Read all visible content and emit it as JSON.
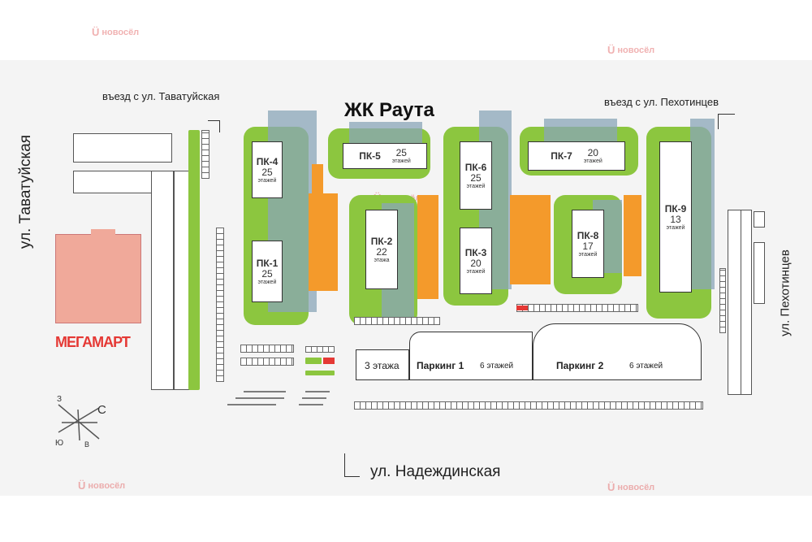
{
  "title": "ЖК Раута",
  "streets": {
    "left": "ул. Таватуйская",
    "right": "ул. Пехотинцев",
    "bottom": "ул. Надеждинская"
  },
  "entries": {
    "left": "въезд с ул. Таватуйская",
    "right": "въезд с ул. Пехотинцев"
  },
  "store": "МЕГАМАРТ",
  "buildings": [
    {
      "name": "ПК-4",
      "floors": "25",
      "label": "этажей"
    },
    {
      "name": "ПК-1",
      "floors": "25",
      "label": "этажей"
    },
    {
      "name": "ПК-5",
      "floors": "25",
      "label": "этажей"
    },
    {
      "name": "ПК-2",
      "floors": "22",
      "label": "этажа"
    },
    {
      "name": "ПК-6",
      "floors": "25",
      "label": "этажей"
    },
    {
      "name": "ПК-3",
      "floors": "20",
      "label": "этажей"
    },
    {
      "name": "ПК-7",
      "floors": "20",
      "label": "этажей"
    },
    {
      "name": "ПК-8",
      "floors": "17",
      "label": "этажей"
    },
    {
      "name": "ПК-9",
      "floors": "13",
      "label": "этажей"
    }
  ],
  "parking": {
    "small": "3 этажа",
    "p1_name": "Паркинг 1",
    "p1_floors": "6 этажей",
    "p2_name": "Паркинг 2",
    "p2_floors": "6 этажей"
  },
  "compass": {
    "n": "С",
    "s": "Ю",
    "w": "З",
    "e": "В"
  },
  "watermark": "новосёл",
  "colors": {
    "green": "#8cc63f",
    "orange": "#f49a2b",
    "shadow": "#8aa6b8",
    "store": "#f0a99a",
    "store_text": "#e53935"
  }
}
